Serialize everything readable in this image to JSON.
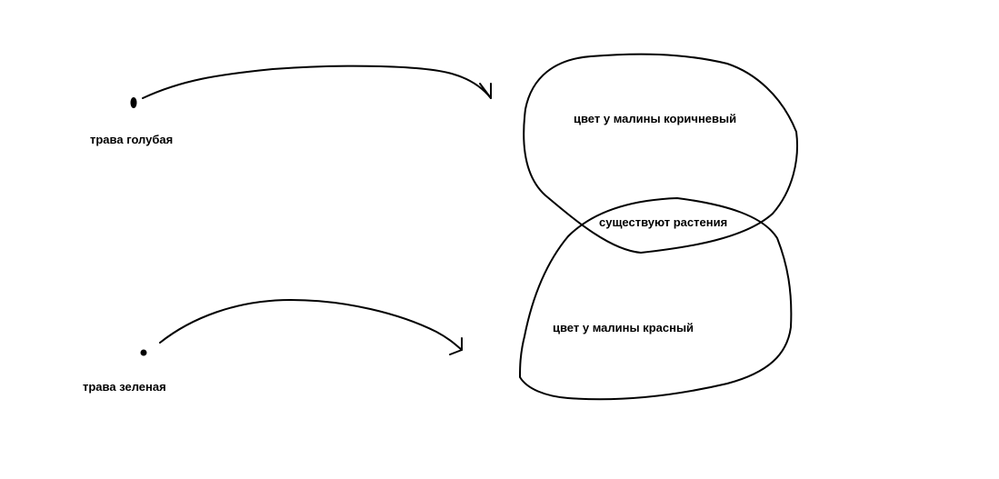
{
  "labels": {
    "grass_blue": "трава голубая",
    "grass_green": "трава зеленая",
    "raspberry_brown": "цвет у малины коричневый",
    "plants_exist": "существуют растения",
    "raspberry_red": "цвет у малины красный"
  },
  "colors": {
    "stroke": "#000000",
    "background": "#ffffff"
  }
}
